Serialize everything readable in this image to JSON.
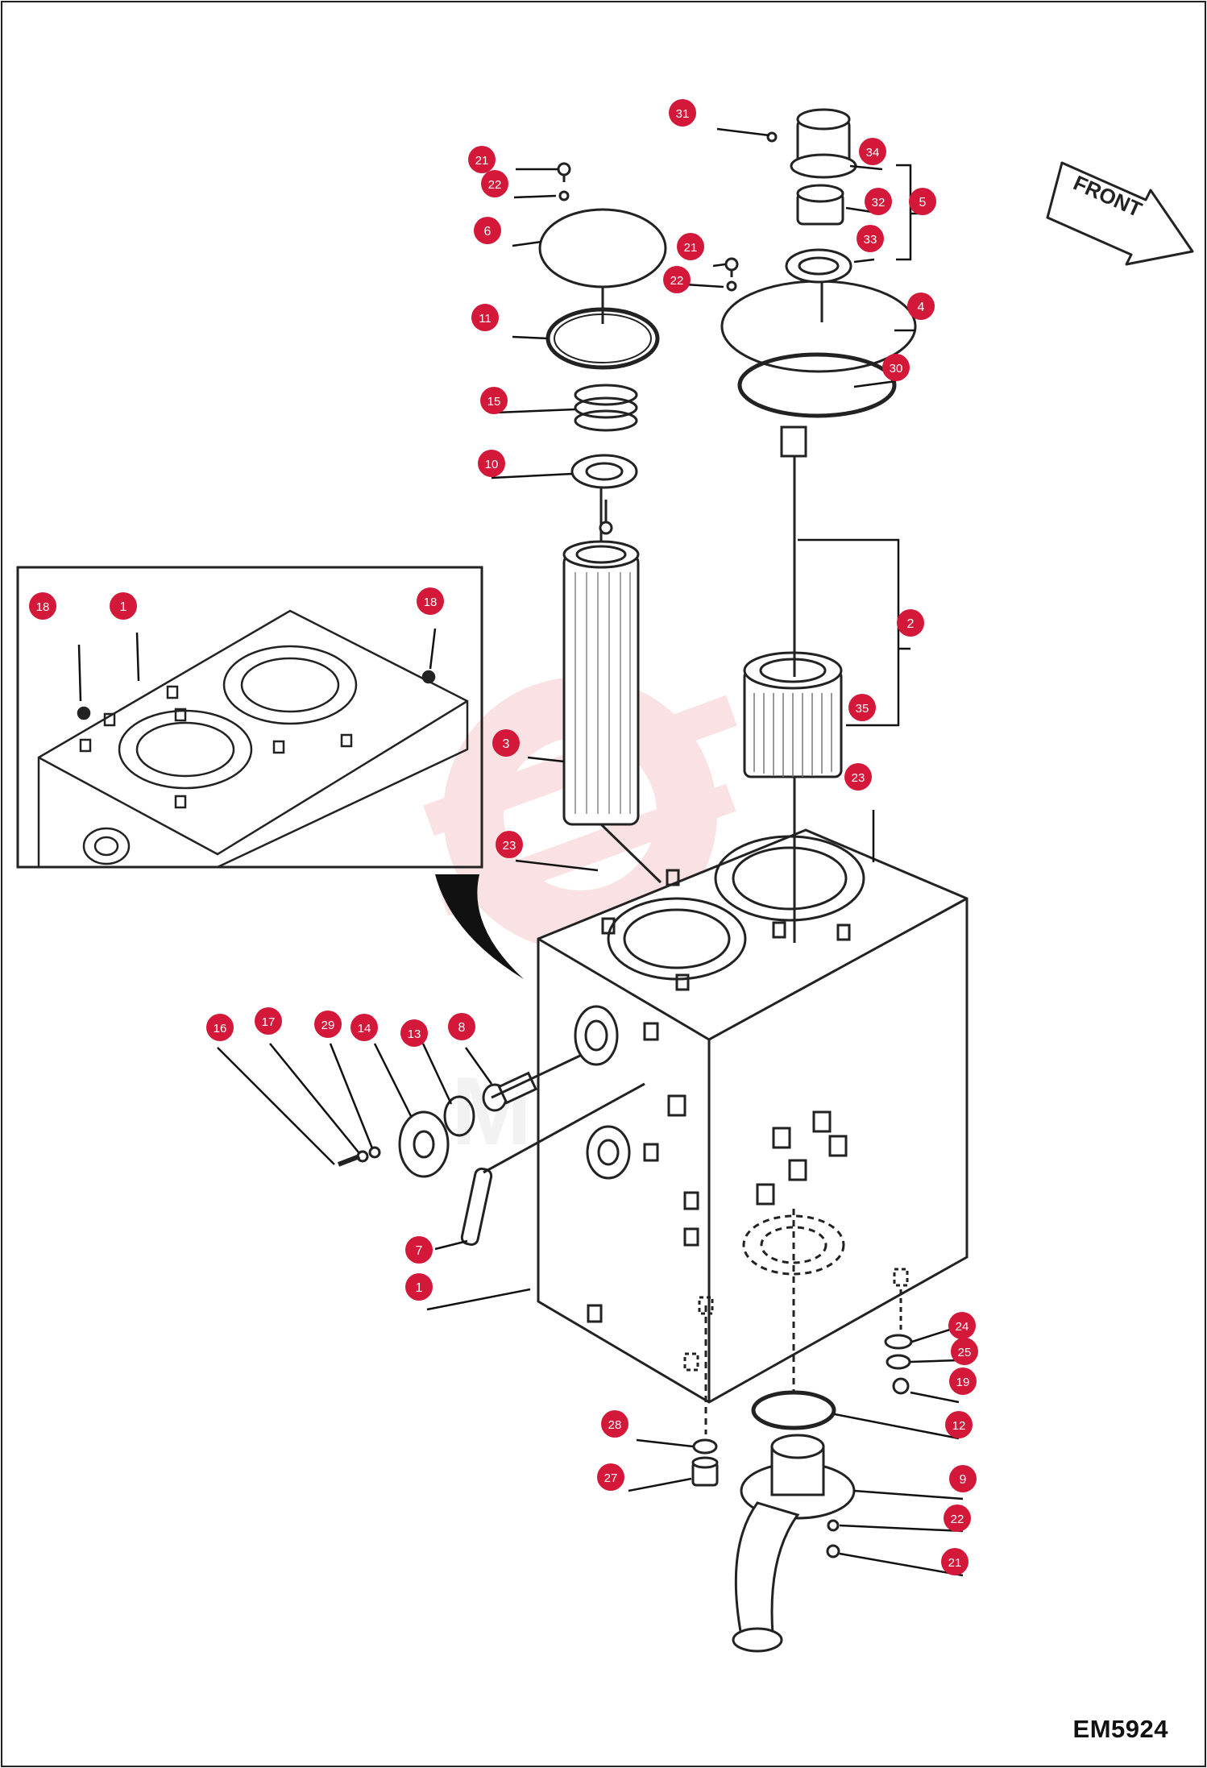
{
  "diagram": {
    "code": "EM5924",
    "direction_label": "FRONT",
    "watermark": "MHTEX",
    "colors": {
      "callout": "#d4183a",
      "line": "#111111",
      "watermark": "#f3c5c8"
    },
    "callouts": [
      {
        "id": "c31",
        "label": "31"
      },
      {
        "id": "c34",
        "label": "34"
      },
      {
        "id": "c5",
        "label": "5"
      },
      {
        "id": "c32",
        "label": "32"
      },
      {
        "id": "c33",
        "label": "33"
      },
      {
        "id": "c21a",
        "label": "21"
      },
      {
        "id": "c22a",
        "label": "22"
      },
      {
        "id": "c6",
        "label": "6"
      },
      {
        "id": "c21b",
        "label": "21"
      },
      {
        "id": "c22b",
        "label": "22"
      },
      {
        "id": "c4",
        "label": "4"
      },
      {
        "id": "c11",
        "label": "11"
      },
      {
        "id": "c30",
        "label": "30"
      },
      {
        "id": "c15",
        "label": "15"
      },
      {
        "id": "c10",
        "label": "10"
      },
      {
        "id": "c18a",
        "label": "18"
      },
      {
        "id": "c1a",
        "label": "1"
      },
      {
        "id": "c18b",
        "label": "18"
      },
      {
        "id": "c2",
        "label": "2"
      },
      {
        "id": "c35",
        "label": "35"
      },
      {
        "id": "c3",
        "label": "3"
      },
      {
        "id": "c23a",
        "label": "23"
      },
      {
        "id": "c23b",
        "label": "23"
      },
      {
        "id": "c16",
        "label": "16"
      },
      {
        "id": "c17",
        "label": "17"
      },
      {
        "id": "c29",
        "label": "29"
      },
      {
        "id": "c14",
        "label": "14"
      },
      {
        "id": "c13",
        "label": "13"
      },
      {
        "id": "c8",
        "label": "8"
      },
      {
        "id": "c7",
        "label": "7"
      },
      {
        "id": "c1b",
        "label": "1"
      },
      {
        "id": "c24",
        "label": "24"
      },
      {
        "id": "c25",
        "label": "25"
      },
      {
        "id": "c19",
        "label": "19"
      },
      {
        "id": "c12",
        "label": "12"
      },
      {
        "id": "c28",
        "label": "28"
      },
      {
        "id": "c27",
        "label": "27"
      },
      {
        "id": "c9",
        "label": "9"
      },
      {
        "id": "c22c",
        "label": "22"
      },
      {
        "id": "c21c",
        "label": "21"
      }
    ]
  }
}
